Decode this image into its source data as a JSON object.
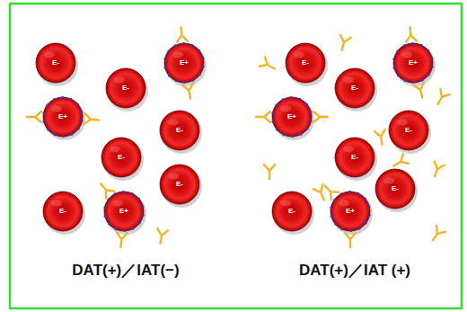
{
  "diagram": {
    "nodes": [
      {
        "text": [
          "E-"
        ]
      },
      {
        "text": [
          "E+"
        ]
      },
      {
        "text": [
          "E-"
        ]
      },
      {
        "text": [
          "E+"
        ]
      },
      {
        "text": [
          "E-"
        ]
      },
      {
        "text": [
          "E-"
        ]
      },
      {
        "text": [
          "E-"
        ]
      },
      {
        "text": [
          "E-"
        ]
      },
      {
        "text": [
          "E+"
        ]
      },
      {
        "text": [
          "E-"
        ]
      },
      {
        "text": [
          "E+"
        ]
      },
      {
        "text": [
          "E-"
        ]
      },
      {
        "text": [
          "E+"
        ]
      },
      {
        "text": [
          "E-"
        ]
      },
      {
        "text": [
          "E-"
        ]
      },
      {
        "text": [
          "E-"
        ]
      },
      {
        "text": [
          "E-"
        ]
      },
      {
        "text": [
          "E+"
        ]
      }
    ],
    "labels": [
      "DAT(+)／IAT(−)",
      "DAT(+)／IAT (+)"
    ]
  }
}
